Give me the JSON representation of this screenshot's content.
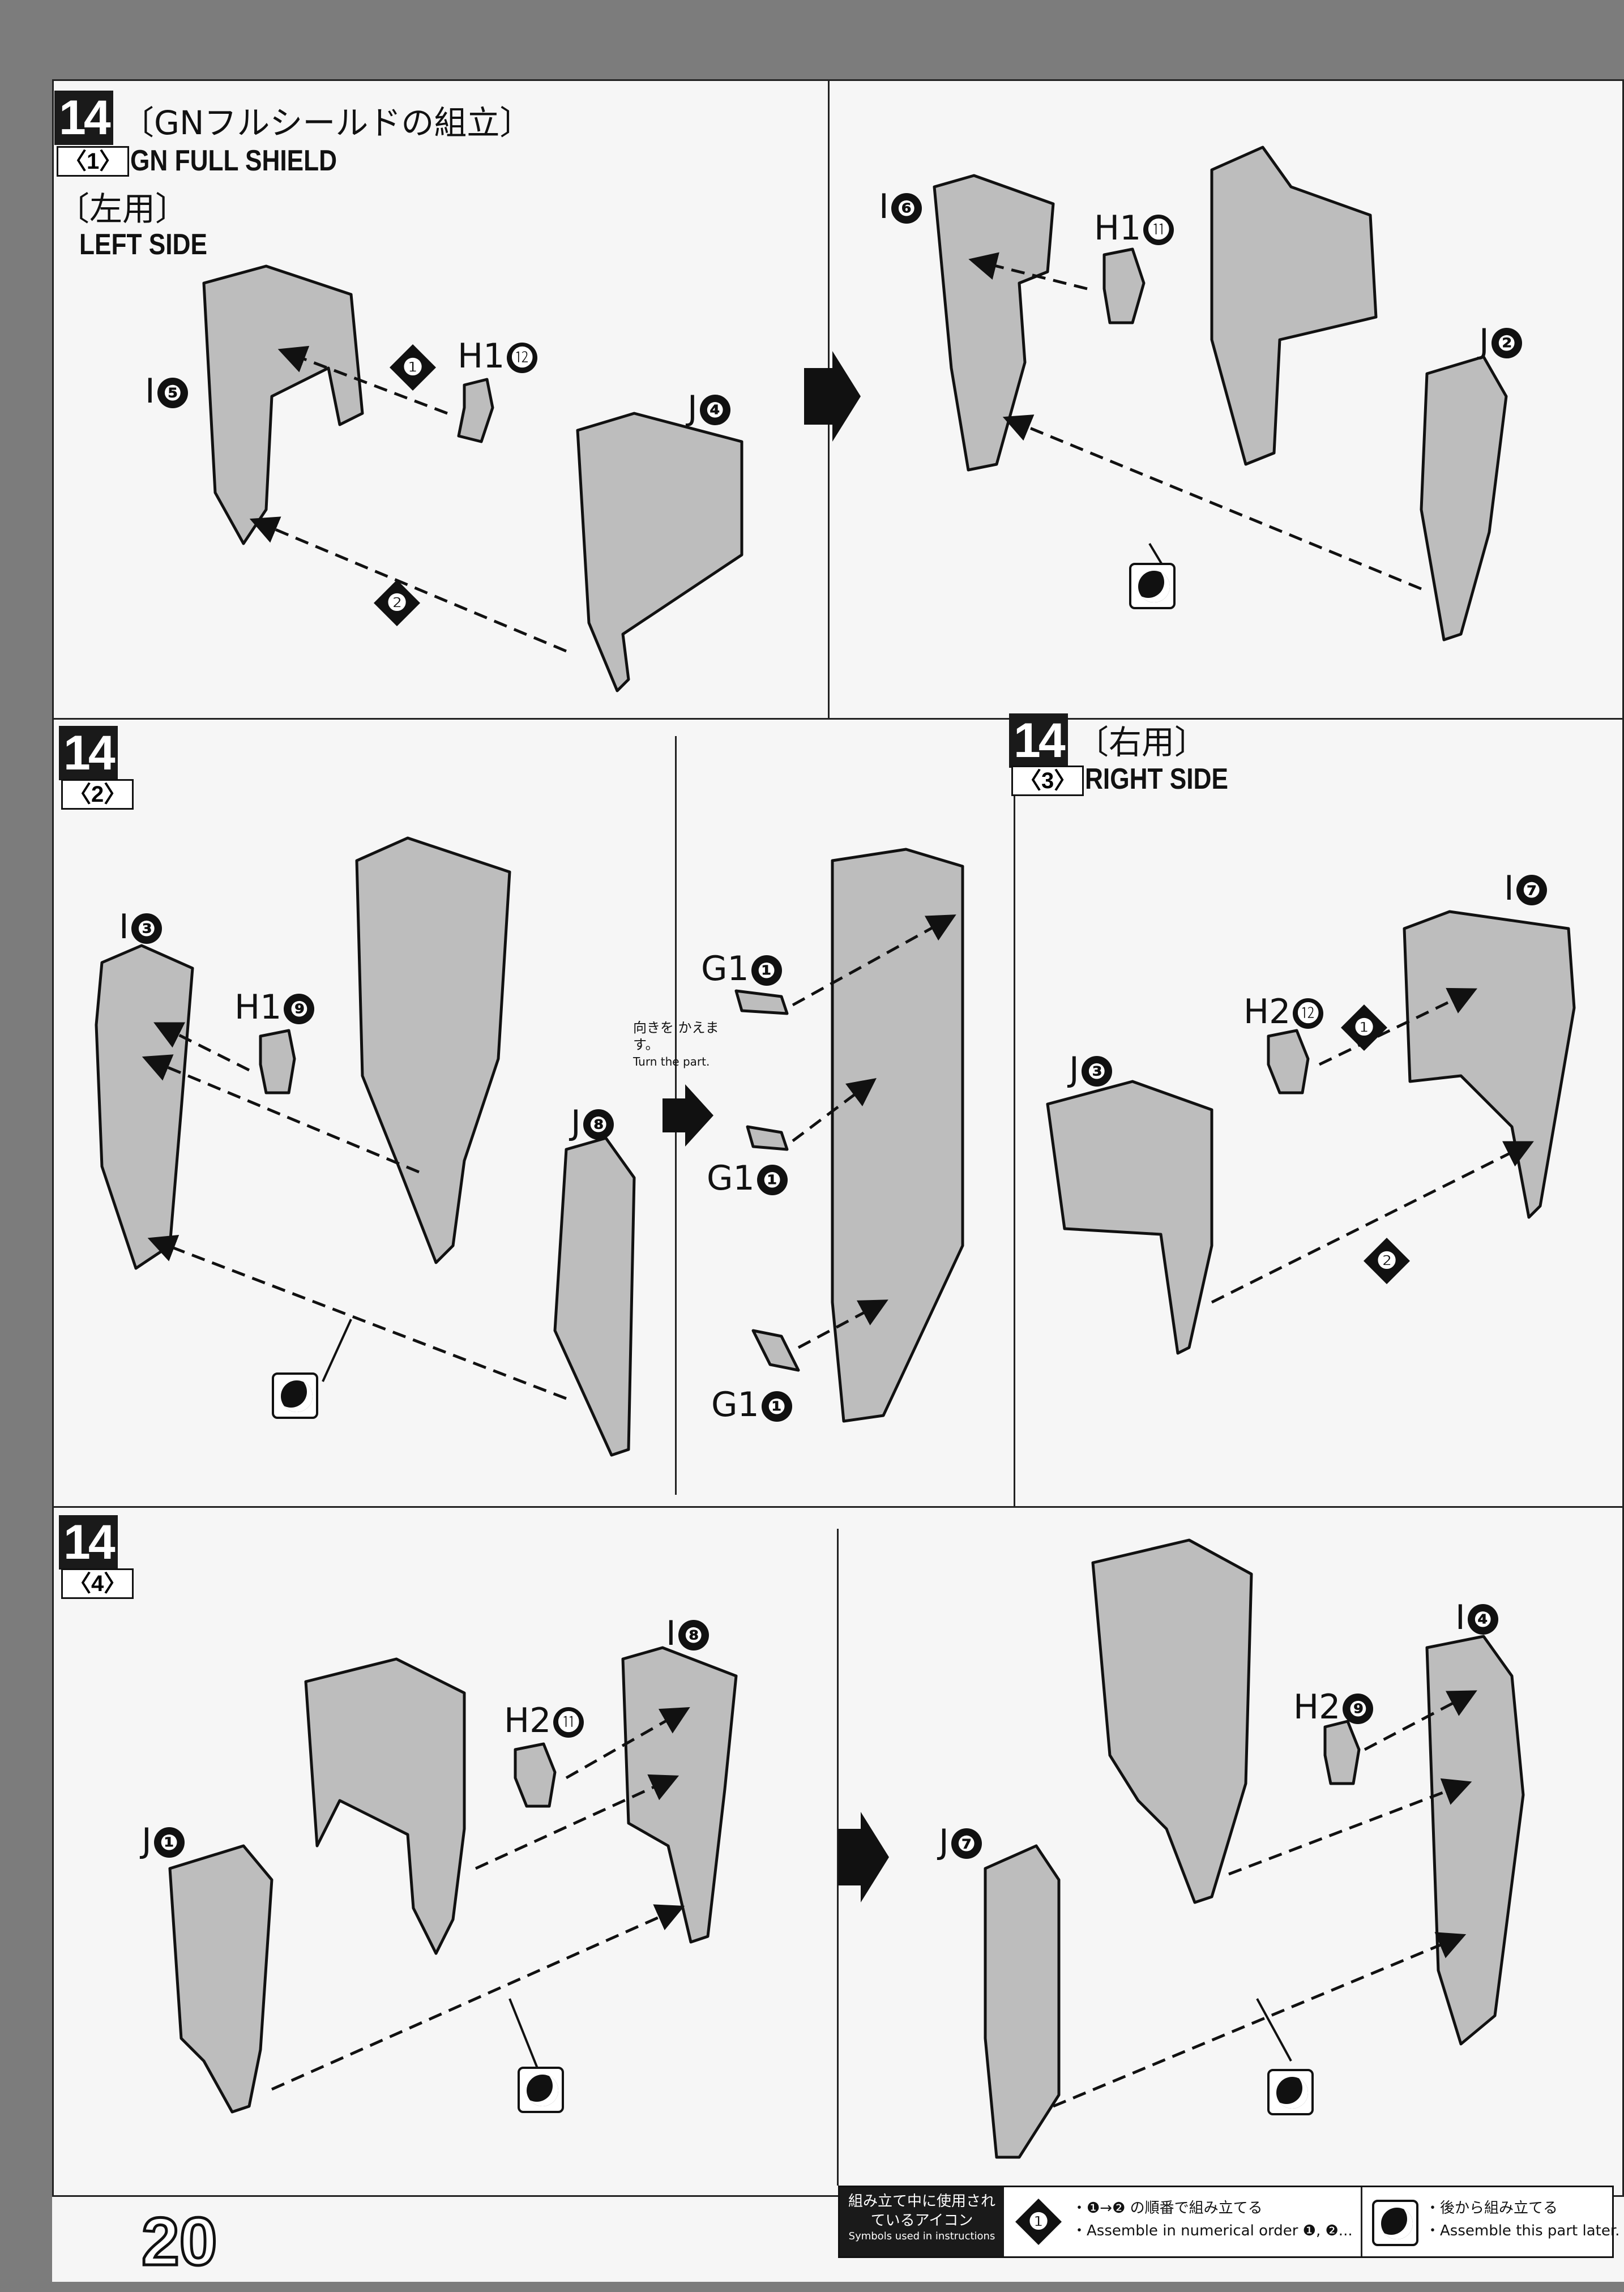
{
  "page": {
    "number": "20"
  },
  "steps": [
    {
      "step": "14",
      "sub": "〈1〉",
      "title_jp": "〔GNフルシールドの組立〕",
      "title_en": "GN FULL SHIELD",
      "side_jp": "〔左用〕",
      "side_en": "LEFT SIDE",
      "parts_a": [
        {
          "runner": "I",
          "num": "❺"
        },
        {
          "runner": "H1",
          "num": "⓬"
        },
        {
          "runner": "J",
          "num": "❹"
        }
      ],
      "order": [
        "❶",
        "❷"
      ],
      "parts_b": [
        {
          "runner": "I",
          "num": "❻"
        },
        {
          "runner": "H1",
          "num": "⓫"
        },
        {
          "runner": "J",
          "num": "❷"
        }
      ]
    },
    {
      "step": "14",
      "sub": "〈2〉",
      "parts_a": [
        {
          "runner": "I",
          "num": "❸"
        },
        {
          "runner": "H1",
          "num": "❾"
        },
        {
          "runner": "J",
          "num": "❽"
        }
      ],
      "turn_note_jp": "向きを かえます。",
      "turn_note_en": "Turn the part.",
      "parts_b": [
        {
          "runner": "G1",
          "num": "❶"
        },
        {
          "runner": "G1",
          "num": "❶"
        },
        {
          "runner": "G1",
          "num": "❶"
        }
      ]
    },
    {
      "step": "14",
      "sub": "〈3〉",
      "side_jp": "〔右用〕",
      "side_en": "RIGHT SIDE",
      "parts_a": [
        {
          "runner": "I",
          "num": "❼"
        },
        {
          "runner": "H2",
          "num": "⓬"
        },
        {
          "runner": "J",
          "num": "❸"
        }
      ],
      "order": [
        "❶",
        "❷"
      ]
    },
    {
      "step": "14",
      "sub": "〈4〉",
      "parts_a": [
        {
          "runner": "I",
          "num": "❽"
        },
        {
          "runner": "H2",
          "num": "⓫"
        },
        {
          "runner": "J",
          "num": "❶"
        }
      ],
      "parts_b": [
        {
          "runner": "I",
          "num": "❹"
        },
        {
          "runner": "H2",
          "num": "❾"
        },
        {
          "runner": "J",
          "num": "❼"
        }
      ]
    }
  ],
  "legend": {
    "title_jp": "組み立て中に使用されているアイコン",
    "title_en": "Symbols used in instructions",
    "order_icon": "❶",
    "order_jp": "・❶→❷ の順番で組み立てる",
    "order_en": "・Assemble in numerical order ❶, ❷...",
    "later_jp": "・後から組み立てる",
    "later_en": "・Assemble this part later."
  },
  "colors": {
    "part_fill": "#bdbdbd",
    "ink": "#111111",
    "margin": "#7c7c7c"
  }
}
